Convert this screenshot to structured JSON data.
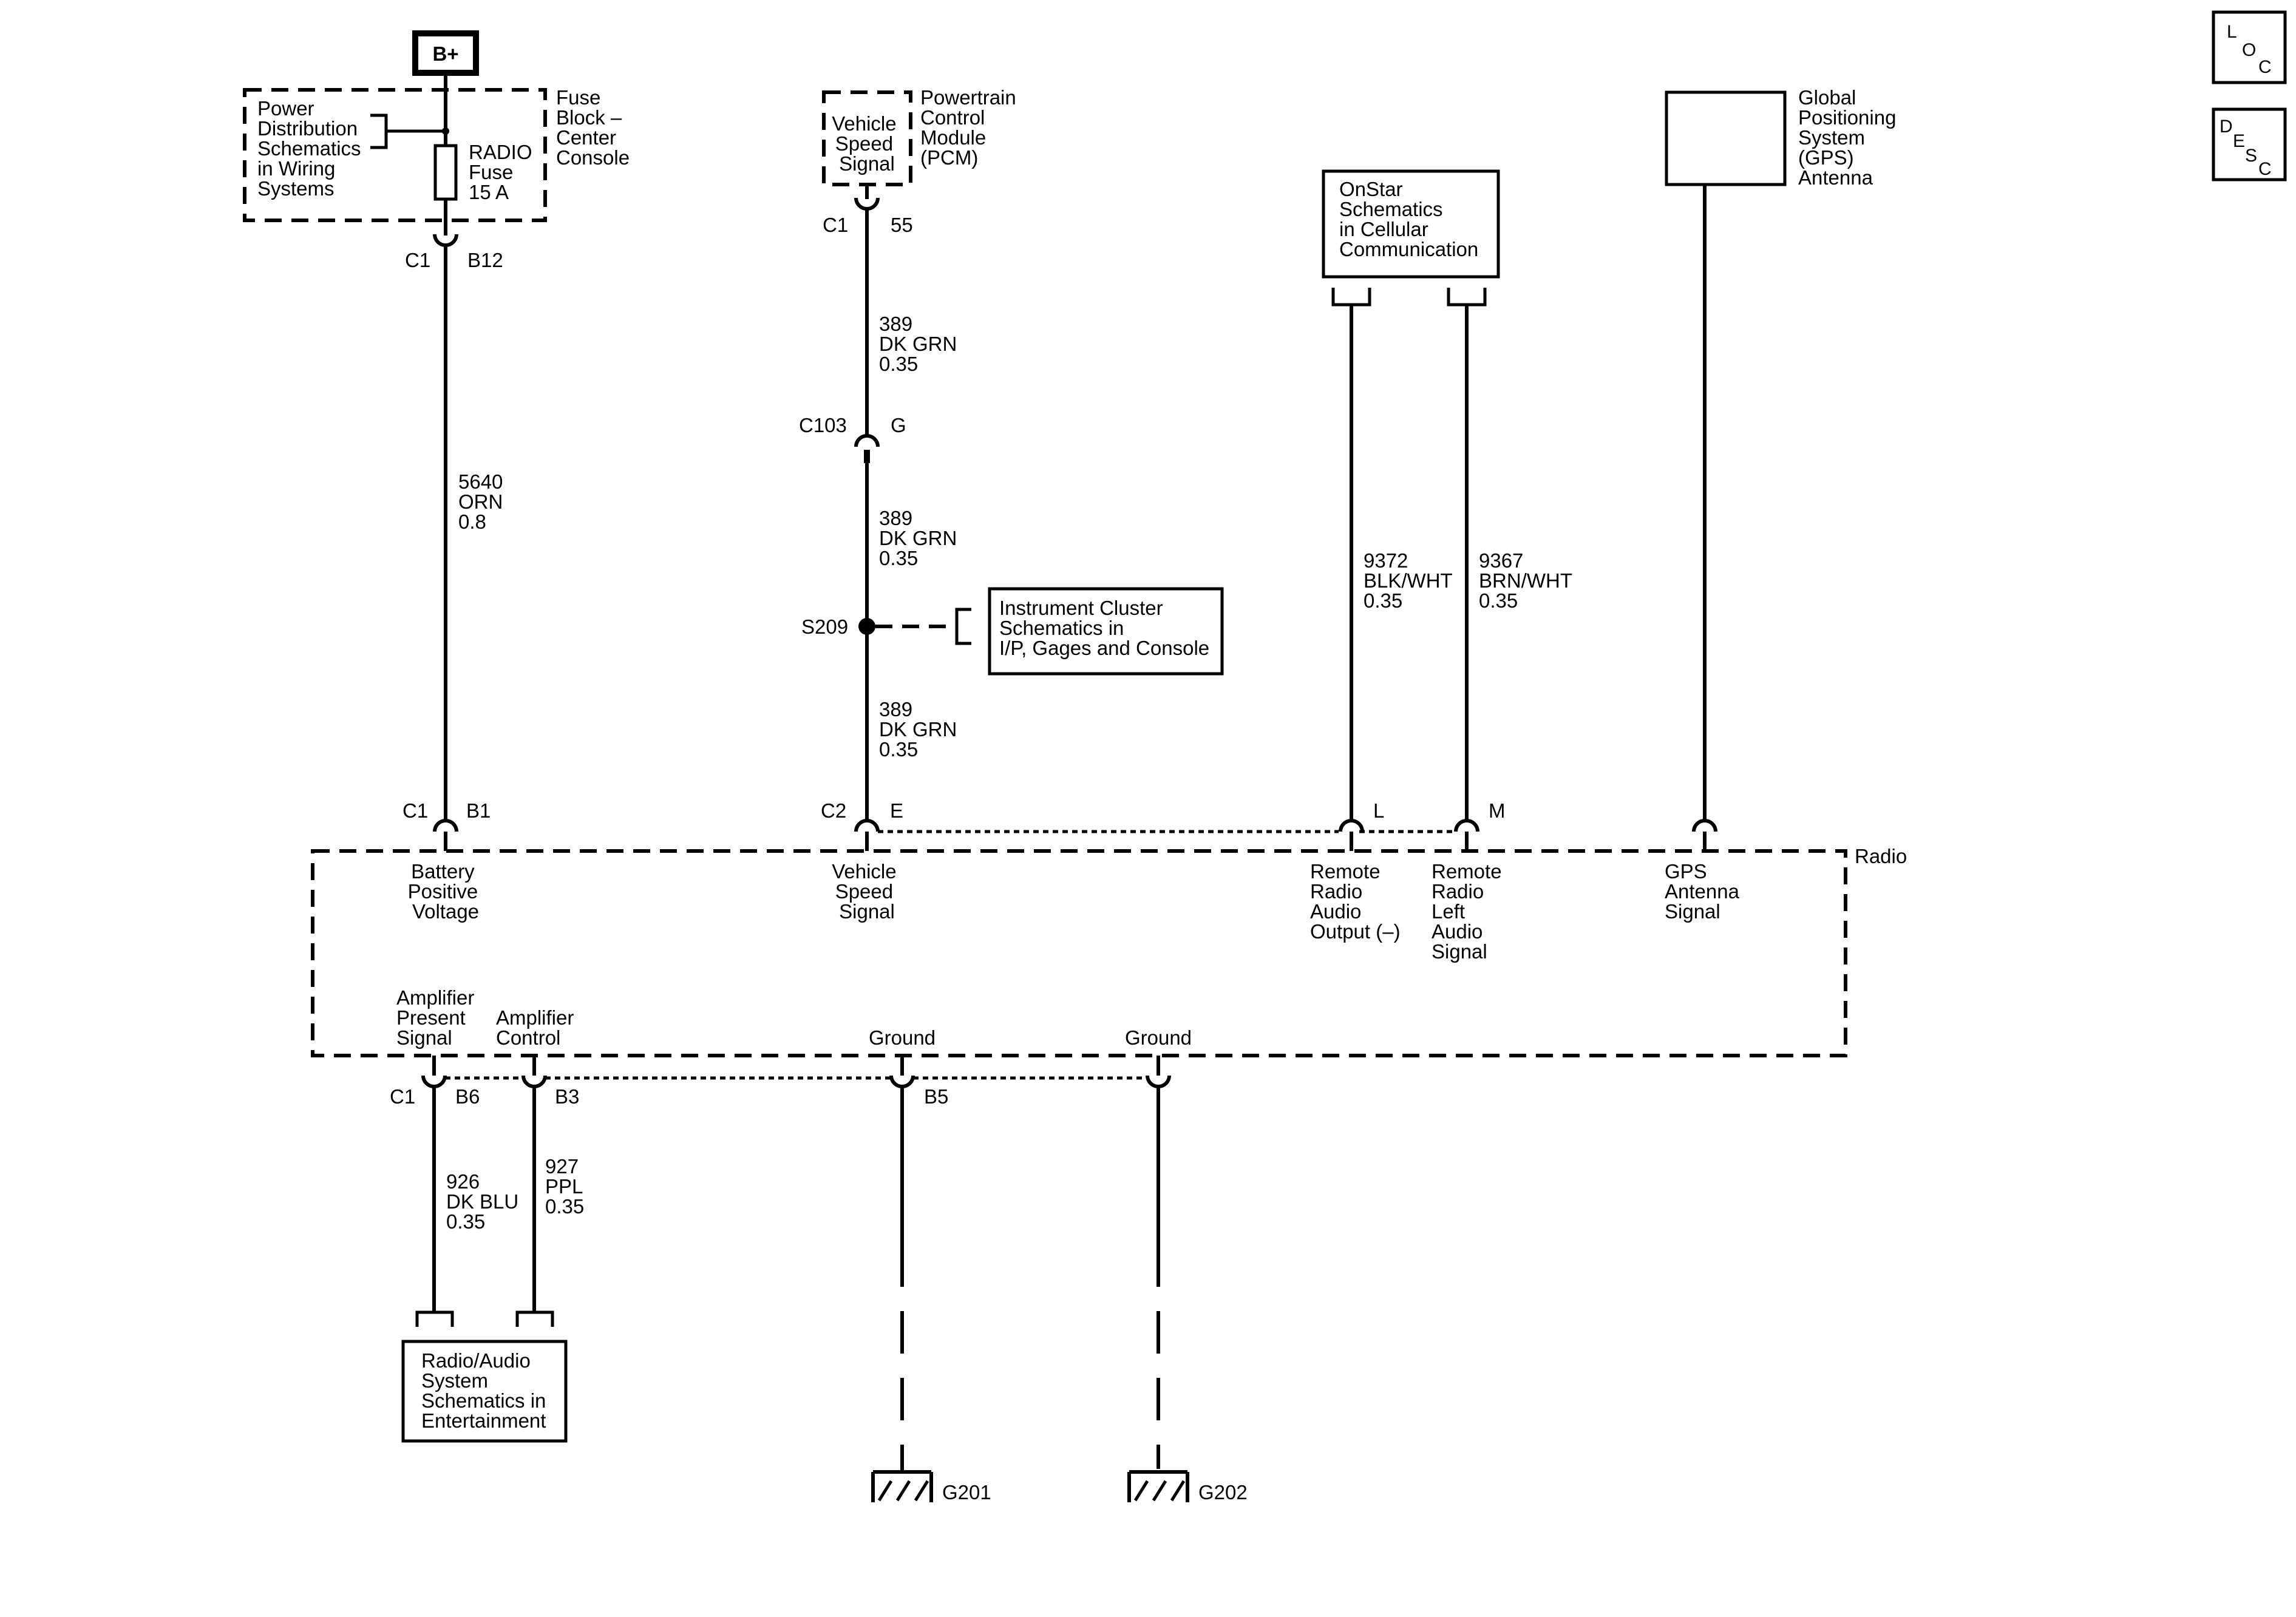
{
  "power": {
    "bplus": "B+",
    "distribution": [
      "Power",
      "Distribution",
      "Schematics",
      "in Wiring",
      "Systems"
    ],
    "fuse_block": [
      "Fuse",
      "Block –",
      "Center",
      "Console"
    ],
    "fuse": [
      "RADIO",
      "Fuse",
      "15 A"
    ],
    "conn_top": {
      "c": "C1",
      "p": "B12"
    },
    "wire": [
      "5640",
      "ORN",
      "0.8"
    ]
  },
  "pcm": {
    "vss": [
      "Vehicle",
      "Speed",
      "Signal"
    ],
    "module": [
      "Powertrain",
      "Control",
      "Module",
      "(PCM)"
    ],
    "conn_top": {
      "c": "C1",
      "p": "55"
    },
    "wire1": [
      "389",
      "DK GRN",
      "0.35"
    ],
    "c103": {
      "c": "C103",
      "p": "G"
    },
    "wire2": [
      "389",
      "DK GRN",
      "0.35"
    ],
    "splice": "S209",
    "cluster": [
      "Instrument Cluster",
      "Schematics in",
      "I/P, Gages and Console"
    ],
    "wire3": [
      "389",
      "DK GRN",
      "0.35"
    ]
  },
  "onstar": {
    "box": [
      "OnStar",
      "Schematics",
      "in Cellular",
      "Communication"
    ],
    "wire_l": [
      "9372",
      "BLK/WHT",
      "0.35"
    ],
    "wire_m": [
      "9367",
      "BRN/WHT",
      "0.35"
    ]
  },
  "gps": {
    "antenna": [
      "Global",
      "Positioning",
      "System",
      "(GPS)",
      "Antenna"
    ]
  },
  "radio": {
    "title": "Radio",
    "top_conn": {
      "c1": "C1",
      "b1": "B1",
      "c2": "C2",
      "e": "E",
      "l": "L",
      "m": "M"
    },
    "pins_top": {
      "battery": [
        "Battery",
        "Positive",
        "Voltage"
      ],
      "vss": [
        "Vehicle",
        "Speed",
        "Signal"
      ],
      "remote_out": [
        "Remote",
        "Radio",
        "Audio",
        "Output (–)"
      ],
      "remote_left": [
        "Remote",
        "Radio",
        "Left",
        "Audio",
        "Signal"
      ],
      "gps": [
        "GPS",
        "Antenna",
        "Signal"
      ]
    },
    "pins_bottom": {
      "amp_present": [
        "Amplifier",
        "Present",
        "Signal"
      ],
      "amp_control": [
        "Amplifier",
        "Control"
      ],
      "ground1": "Ground",
      "ground2": "Ground"
    },
    "bottom_conn": {
      "c1": "C1",
      "b6": "B6",
      "b3": "B3",
      "b5": "B5"
    }
  },
  "amp": {
    "wire_926": [
      "926",
      "DK BLU",
      "0.35"
    ],
    "wire_927": [
      "927",
      "PPL",
      "0.35"
    ],
    "box": [
      "Radio/Audio",
      "System",
      "Schematics in",
      "Entertainment"
    ]
  },
  "grounds": {
    "g201": "G201",
    "g202": "G202"
  },
  "icons": {
    "loc": {
      "l": "L",
      "o": "O",
      "c": "C"
    },
    "desc": {
      "d": "D",
      "e": "E",
      "s": "S",
      "c": "C"
    }
  }
}
